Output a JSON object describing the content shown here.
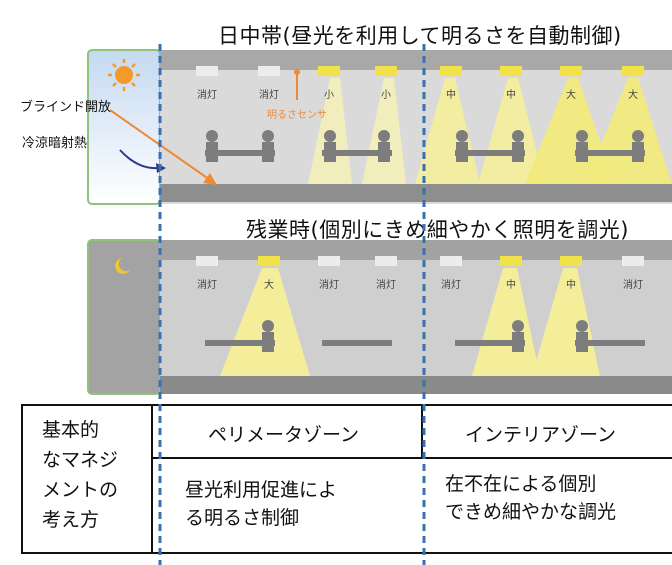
{
  "daytime": {
    "title": "日中帯(昼光を利用して明るさを自動制御)",
    "blind_label": "ブラインド開放",
    "cooling_label": "冷涼暗射熱",
    "sensor_label": "明るさセンサ",
    "lamps": [
      "消灯",
      "消灯",
      "小",
      "小",
      "中",
      "中",
      "大",
      "大"
    ]
  },
  "overtime": {
    "title": "残業時(個別にきめ細やかく照明を調光)",
    "lamps": [
      "消灯",
      "大",
      "消灯",
      "消灯",
      "消灯",
      "中",
      "中",
      "消灯"
    ]
  },
  "table": {
    "left_header": [
      "基本的",
      "なマネジ",
      "メントの",
      "考え方"
    ],
    "perimeter_zone": "ペリメータゾーン",
    "interior_zone": "インテリアゾーン",
    "perimeter_desc": [
      "昼光利用促進によ",
      "る明るさ制御"
    ],
    "interior_desc": [
      "在不在による個別",
      "できめ細やかな調光"
    ]
  },
  "colors": {
    "sky": "#cfe0f3",
    "border_green": "#8fc27a",
    "ceiling": "#a6a6a6",
    "office_bg": "#d8d8d8",
    "beam": "#f4ee9a",
    "lamp": "#f2e24a",
    "zone_line": "#3a6fb0",
    "arrow": "#ee8a33",
    "arrow_heat": "#2a3a8a"
  }
}
